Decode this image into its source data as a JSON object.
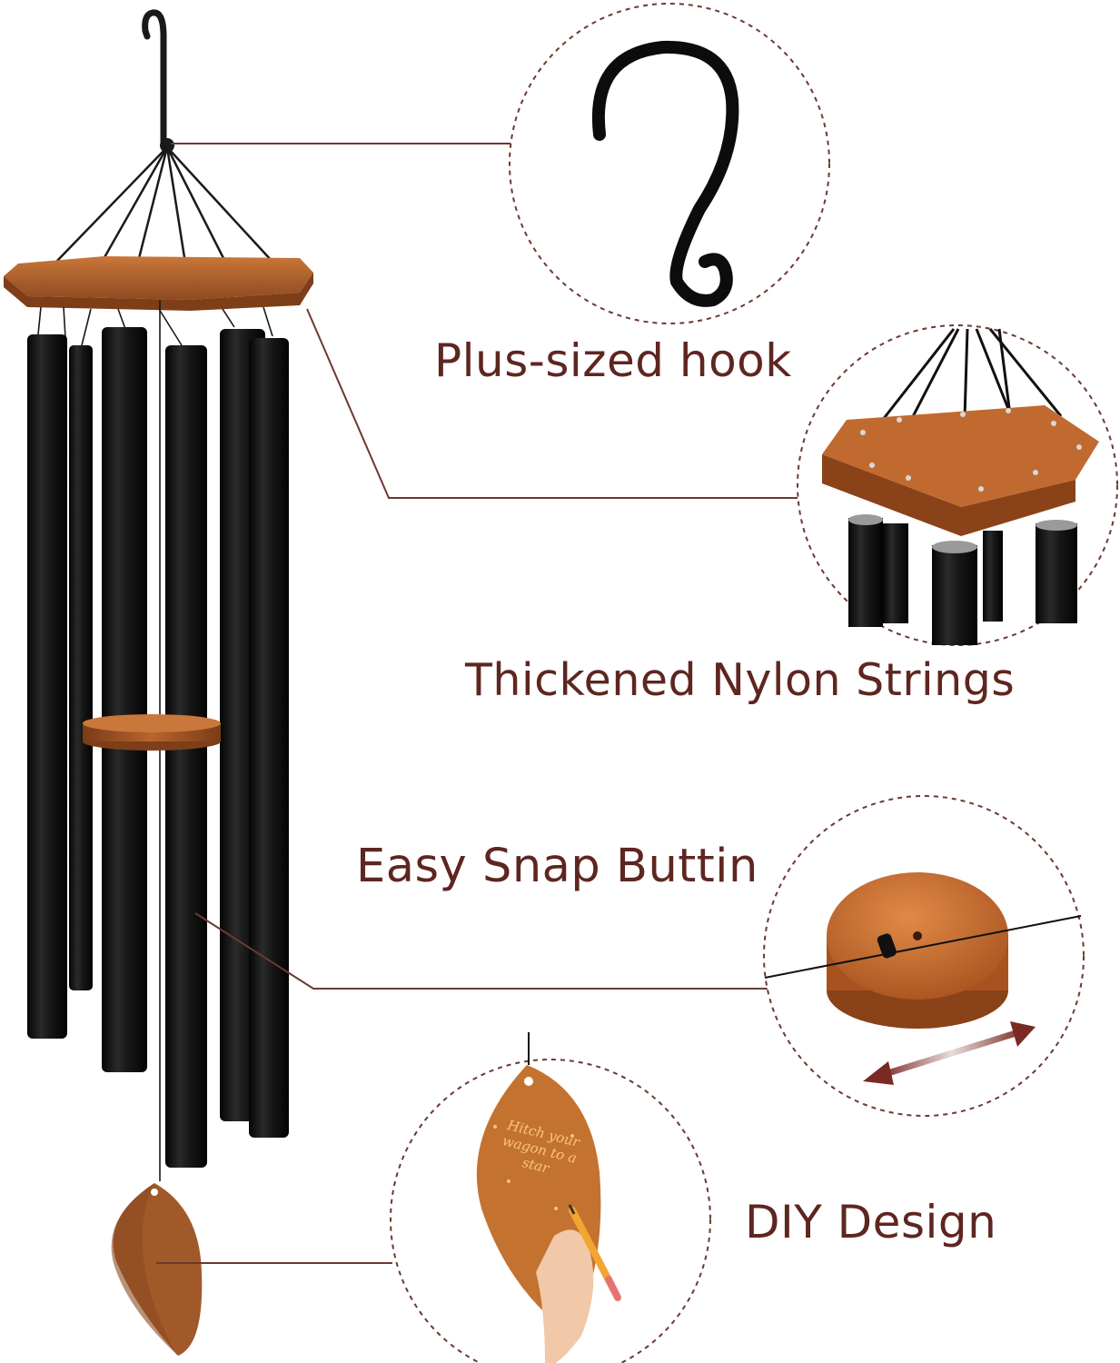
{
  "colors": {
    "label": "#5e2620",
    "leader_line": "#6b3a30",
    "wood": "#b4622d",
    "tube": "#141414",
    "dashed_circle": "#6b3a30"
  },
  "features": [
    {
      "id": "hook",
      "label": "Plus-sized hook",
      "icon": "s-hook-icon"
    },
    {
      "id": "nylon",
      "label": "Thickened Nylon Strings",
      "icon": "hexagon-top-icon"
    },
    {
      "id": "snap",
      "label": "Easy Snap Buttin",
      "icon": "snap-button-icon"
    },
    {
      "id": "diy",
      "label": "DIY Design",
      "icon": "leaf-sail-icon"
    }
  ],
  "sail_inscription": "Hitch your wagon to a star"
}
